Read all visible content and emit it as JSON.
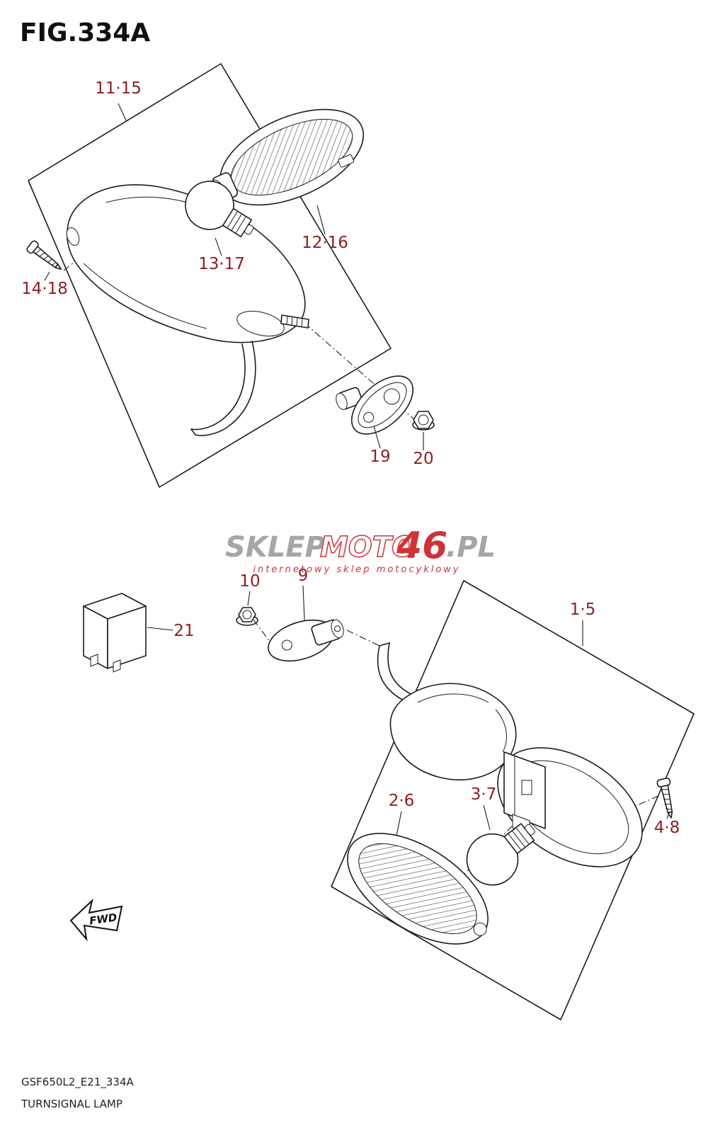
{
  "title": "FIG.334A",
  "callouts": {
    "c11_15": "11·15",
    "c12_16": "12·16",
    "c13_17": "13·17",
    "c14_18": "14·18",
    "c19": "19",
    "c20": "20",
    "c21": "21",
    "c10": "10",
    "c9": "9",
    "c1_5": "1·5",
    "c2_6": "2·6",
    "c3_7": "3·7",
    "c4_8": "4·8"
  },
  "watermark": {
    "sklep": "SKLEP",
    "moto": "MOTO",
    "num": "46",
    "pl": ".PL",
    "tagline": "internetowy sklep motocyklowy"
  },
  "fwd": "FWD",
  "footer": {
    "doc_code": "GSF650L2_E21_334A",
    "figure_title": "TURNSIGNAL LAMP"
  },
  "colors": {
    "callout": "#8e1f1f",
    "line": "#1c1c1c",
    "watermark_red": "#cf3338",
    "watermark_gray": "#a6a6a6"
  }
}
